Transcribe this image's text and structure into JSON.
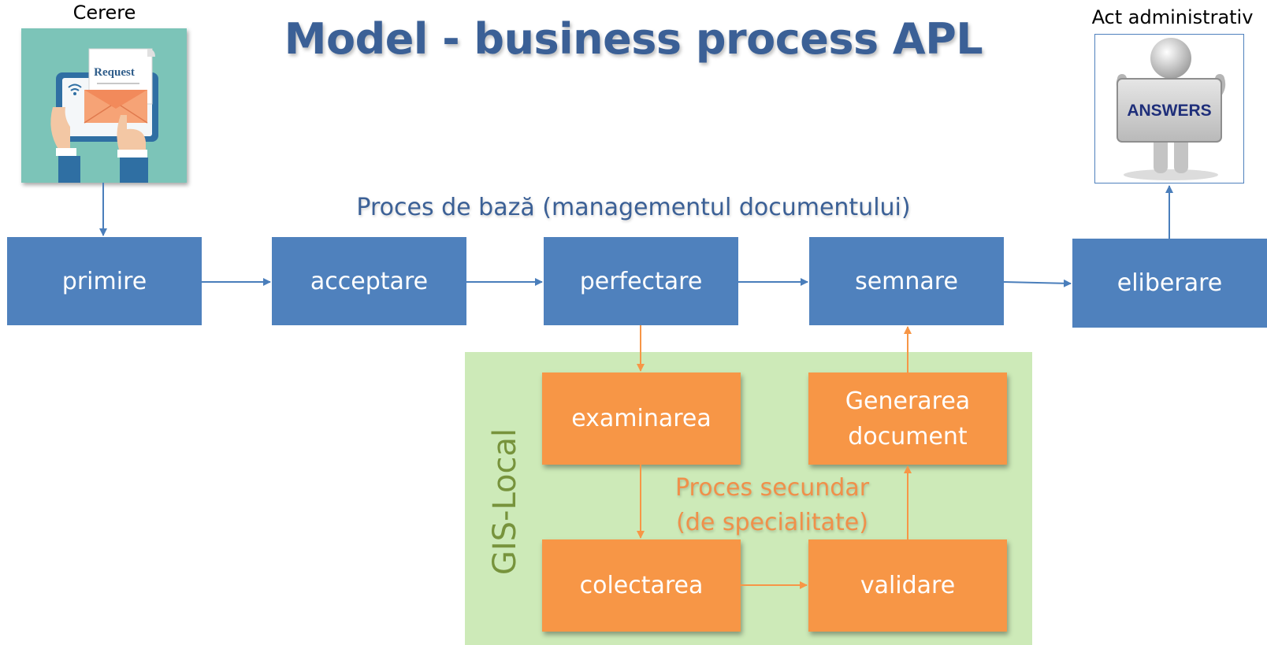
{
  "title": "Model - business process APL",
  "input_label": "Cerere",
  "input_image": {
    "icon_name": "request-envelope-tablet-image",
    "caption": "Request"
  },
  "output_label": "Act administrativ",
  "output_image": {
    "icon_name": "answers-sign-figure-image",
    "caption": "ANSWERS"
  },
  "base_process_label": "Proces de bază (managementul documentului)",
  "main_steps": [
    "primire",
    "acceptare",
    "perfectare",
    "semnare",
    "eliberare"
  ],
  "gis_label": "GIS-Local",
  "secondary_process_label": "Proces secundar\n(de specialitate)",
  "sub_steps": {
    "examinare": "examinarea",
    "colectare": "colectarea",
    "validare": "validare",
    "generare": "Generarea\ndocument"
  },
  "colors": {
    "main_box": "#4f81bd",
    "sub_box": "#f79646",
    "gis_panel": "#cdeab8",
    "title": "#3b6096",
    "blue_arrow": "#4a7ebb",
    "orange_arrow": "#f79646",
    "gis_text": "#77933c"
  }
}
